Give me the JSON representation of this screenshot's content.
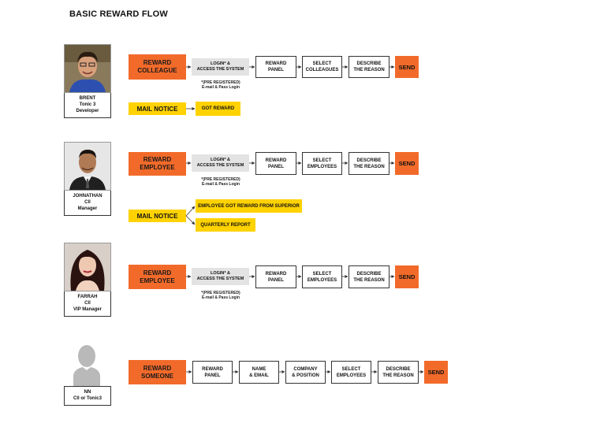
{
  "title": "BASIC REWARD FLOW",
  "people": [
    {
      "name": "BRENT",
      "org": "Tonic 3",
      "role": "Developer"
    },
    {
      "name": "JOHNATHAN",
      "org": "Cll",
      "role": "Manager"
    },
    {
      "name": "FARRAH",
      "org": "Cll",
      "role": "VIP Manager"
    },
    {
      "name": "NN",
      "org": "Cll or Tonic3",
      "role": ""
    }
  ],
  "flows": [
    {
      "start": [
        "REWARD",
        "COLLEAGUE"
      ],
      "login": [
        "LOGIN* &",
        "ACCESS THE SYSTEM"
      ],
      "note": [
        "*(PRE REGISTERED)",
        "E-mail & Pass Login"
      ],
      "steps": [
        [
          "REWARD",
          "PANEL"
        ],
        [
          "SELECT",
          "COLLEAGUES"
        ],
        [
          "DESCRIBE",
          "THE REASON"
        ]
      ],
      "send": "SEND",
      "mail_notice": "MAIL NOTICE",
      "notices": [
        "GOT REWARD"
      ]
    },
    {
      "start": [
        "REWARD",
        "EMPLOYEE"
      ],
      "login": [
        "LOGIN* &",
        "ACCESS THE SYSTEM"
      ],
      "note": [
        "*(PRE REGISTERED)",
        "E-mail & Pass Login"
      ],
      "steps": [
        [
          "REWARD",
          "PANEL"
        ],
        [
          "SELECT",
          "EMPLOYEES"
        ],
        [
          "DESCRIBE",
          "THE REASON"
        ]
      ],
      "send": "SEND",
      "mail_notice": "MAIL NOTICE",
      "notices": [
        "EMPLOYEE GOT REWARD FROM SUPERIOR",
        "QUARTERLY REPORT"
      ]
    },
    {
      "start": [
        "REWARD",
        "EMPLOYEE"
      ],
      "login": [
        "LOGIN* &",
        "ACCESS THE SYSTEM"
      ],
      "note": [
        "*(PRE REGISTERED)",
        "E-mail & Pass Login"
      ],
      "steps": [
        [
          "REWARD",
          "PANEL"
        ],
        [
          "SELECT",
          "EMPLOYEES"
        ],
        [
          "DESCRIBE",
          "THE REASON"
        ]
      ],
      "send": "SEND"
    },
    {
      "start": [
        "REWARD",
        "SOMEONE"
      ],
      "steps": [
        [
          "REWARD",
          "PANEL"
        ],
        [
          "NAME",
          "& EMAIL"
        ],
        [
          "COMPANY",
          "& POSITION"
        ],
        [
          "SELECT",
          "EMPLOYEES"
        ],
        [
          "DESCRIBE",
          "THE REASON"
        ]
      ],
      "send": "SEND"
    }
  ],
  "colors": {
    "orange": "#f26a2a",
    "yellow": "#ffd200",
    "grey": "#e3e3e3",
    "placeholder": "#b9b9b9"
  }
}
